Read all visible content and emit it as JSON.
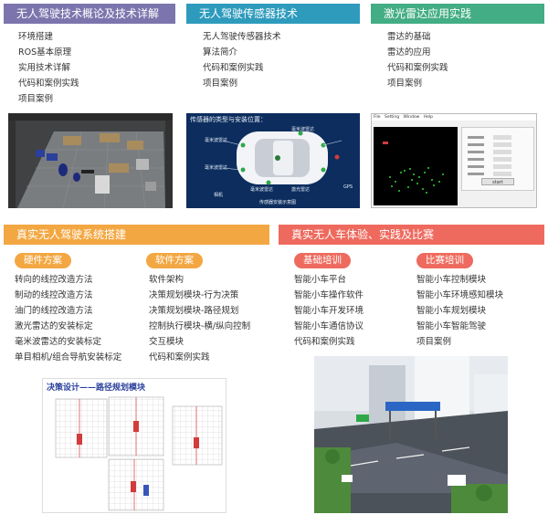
{
  "colors": {
    "purple": "#7c75ad",
    "teal": "#2e9bbd",
    "green": "#43ad85",
    "orange": "#f3a742",
    "coral": "#ee6a5e"
  },
  "sections": {
    "s1": {
      "title": "无人驾驶技术概论及技术详解",
      "items": [
        "环境搭建",
        "ROS基本原理",
        "实用技术详解",
        "代码和案例实践",
        "项目案例"
      ]
    },
    "s2": {
      "title": "无人驾驶传感器技术",
      "items": [
        "无人驾驶传感器技术",
        "算法简介",
        "代码和案例实践",
        "项目案例"
      ],
      "screenshot": {
        "caption": "传感器的类型与安装位置：",
        "labels": [
          "毫米波雷达",
          "毫米波雷达",
          "毫米波雷达",
          "毫米波雷达",
          "激光雷达",
          "相机",
          "GPS"
        ],
        "footer": "传感器安装示意图"
      }
    },
    "s3": {
      "title": "激光雷达应用实践",
      "items": [
        "雷达的基础",
        "雷达的应用",
        "代码和案例实践",
        "项目案例"
      ],
      "screenshot": {
        "menu": [
          "File",
          "Setting",
          "Window",
          "Help"
        ],
        "button": "start"
      }
    },
    "s4": {
      "title": "真实无人驾驶系统搭建",
      "hardware": {
        "label": "硬件方案",
        "items": [
          "转向的线控改造方法",
          "制动的线控改造方法",
          "油门的线控改造方法",
          "激光雷达的安装标定",
          "毫米波雷达的安装标定",
          "单目相机/组合导航安装标定"
        ]
      },
      "software": {
        "label": "软件方案",
        "items": [
          "软件架构",
          "决策规划模块-行为决策",
          "决策规划模块-路径规划",
          "控制执行模块-横/纵向控制",
          "交互模块",
          "代码和案例实践"
        ]
      },
      "figure_title": "决策设计——路径规划模块"
    },
    "s5": {
      "title": "真实无人车体验、实践及比赛",
      "basic": {
        "label": "基础培训",
        "items": [
          "智能小车平台",
          "智能小车操作软件",
          "智能小车开发环境",
          "智能小车通信协议",
          "代码和案例实践"
        ]
      },
      "contest": {
        "label": "比赛培训",
        "items": [
          "智能小车控制模块",
          "智能小车环境感知模块",
          "智能小车规划模块",
          "智能小车智能驾驶",
          "项目案例"
        ]
      }
    }
  }
}
